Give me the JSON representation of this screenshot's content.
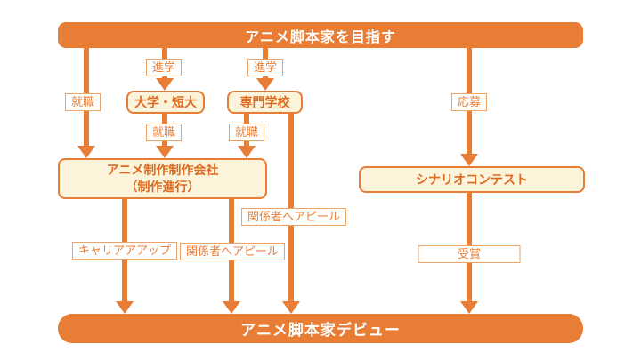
{
  "colors": {
    "primary": "#E87D35",
    "text_deep": "#DD6B1F",
    "cream": "#FCF3DB",
    "label_border": "#EDA266",
    "label_text": "#E8823F",
    "white": "#FFFFFF"
  },
  "flowchart": {
    "start_banner": "アニメ脚本家を目指す",
    "debut_banner": "アニメ脚本家デビュー",
    "nodes": {
      "daigaku": "大学・短大",
      "senmon": "専門学校",
      "seisaku_line1": "アニメ制作制作会社",
      "seisaku_line2": "（制作進行）",
      "scenario": "シナリオコンテスト"
    },
    "labels": {
      "shushoku_left": "就職",
      "shingaku_daigaku": "進学",
      "shingaku_senmon": "進学",
      "oubo": "応募",
      "shushoku_daigaku": "就職",
      "shushoku_senmon": "就職",
      "appeal_upper": "関係者へアピール",
      "career_up": "キャリアアアップ",
      "appeal_lower": "関係者へアピール",
      "jusho": "受賞"
    }
  }
}
